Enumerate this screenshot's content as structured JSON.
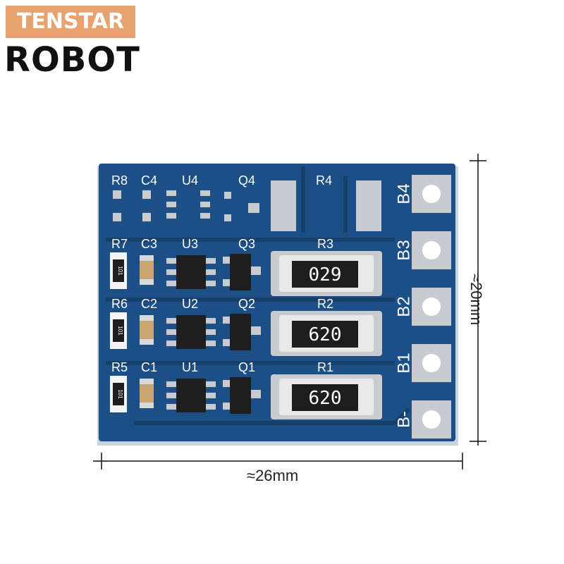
{
  "brand": {
    "line1": "TENSTAR",
    "line2": "ROBOT"
  },
  "dimensions": {
    "width": "≈26mm",
    "height": "≈20mm"
  },
  "board": {
    "colors": {
      "pcb": "#1c4f86",
      "silk": "#ffffff",
      "pad": "#c8cbd0",
      "chip": "#1e1e1e"
    },
    "pads": [
      "B4",
      "B3",
      "B2",
      "B1",
      "B-"
    ],
    "labels": {
      "r8": "R8",
      "c4": "C4",
      "u4": "U4",
      "q4": "Q4",
      "r4": "R4",
      "r7": "R7",
      "c3": "C3",
      "u3": "U3",
      "q3": "Q3",
      "r3": "R3",
      "r6": "R6",
      "c2": "C2",
      "u2": "U2",
      "q2": "Q2",
      "r2": "R2",
      "r5": "R5",
      "c1": "C1",
      "u1": "U1",
      "q1": "Q1",
      "r1": "R1"
    },
    "resistor_codes": {
      "r3": "029",
      "r2": "620",
      "r1": "620",
      "small": "101"
    }
  }
}
